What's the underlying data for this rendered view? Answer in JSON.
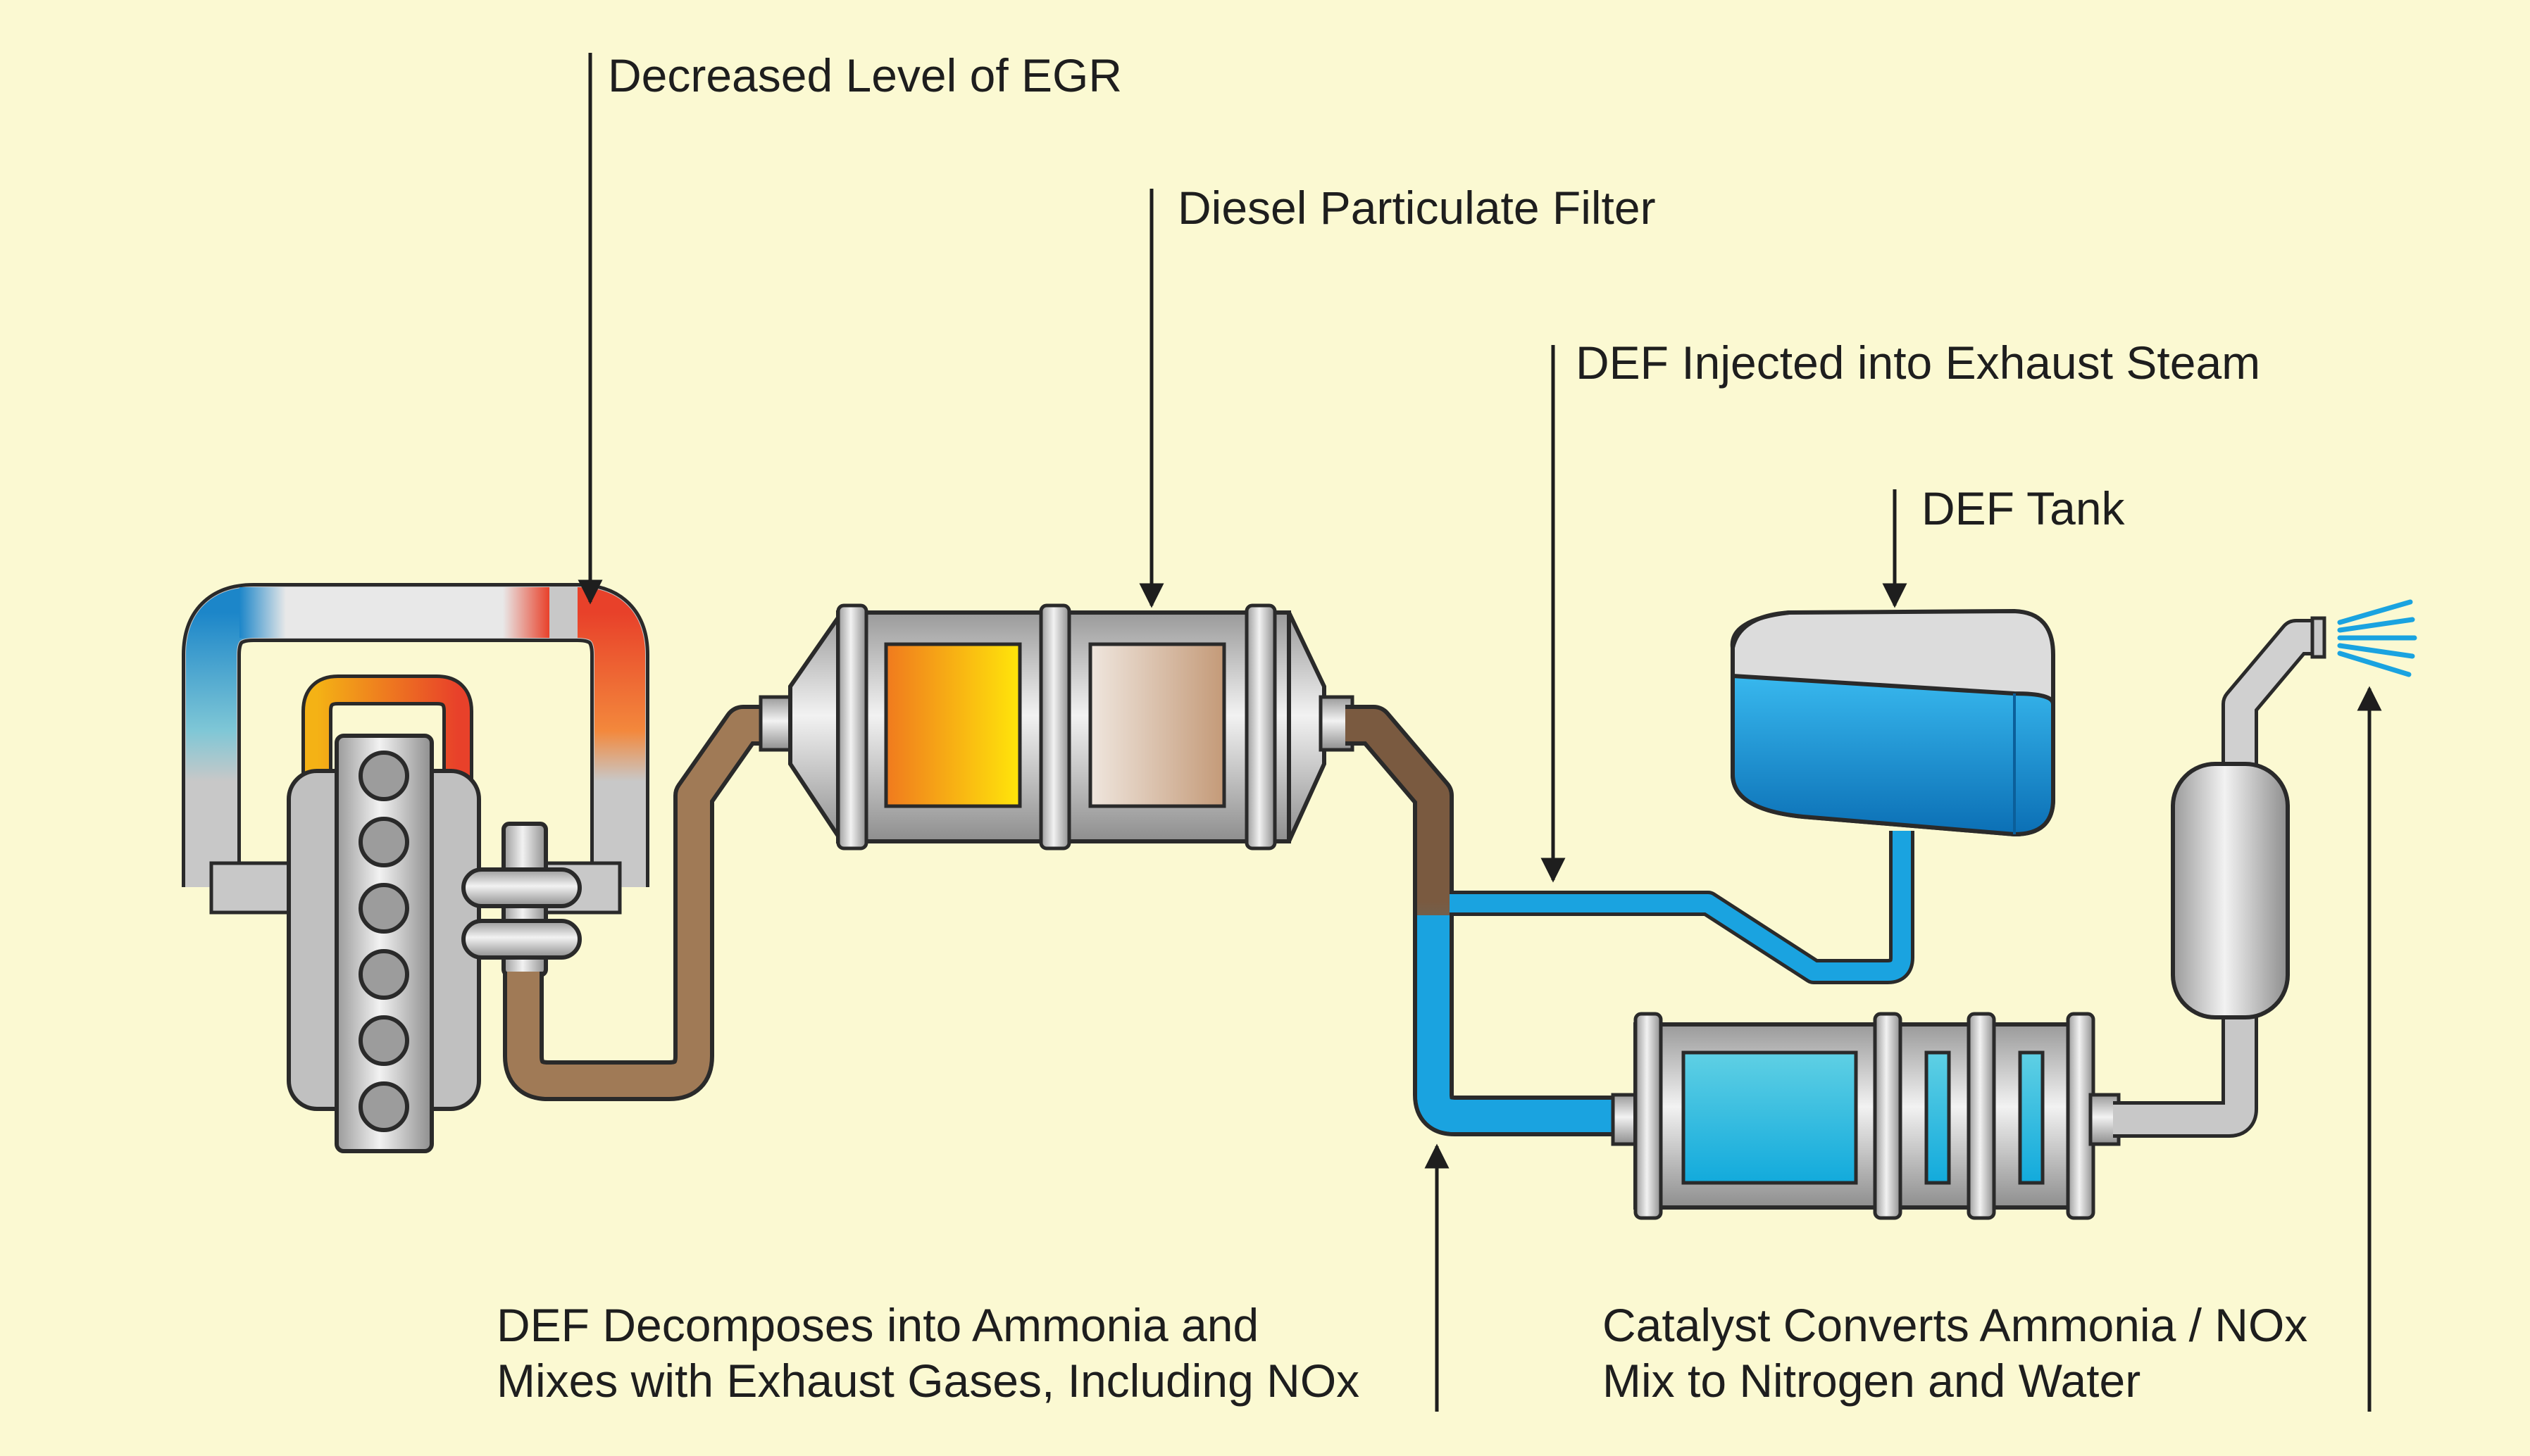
{
  "labels": {
    "egr": "Decreased Level of EGR",
    "dpf": "Diesel Particulate Filter",
    "def_injected": "DEF Injected into Exhaust Steam",
    "def_tank": "DEF Tank",
    "decompose_line1": "DEF Decomposes into Ammonia and",
    "decompose_line2": "Mixes with Exhaust Gases, Including NOx",
    "catalyst_line1": "Catalyst Converts Ammonia / NOx",
    "catalyst_line2": "Mix to Nitrogen and Water"
  },
  "colors": {
    "background": "#fbf9d2",
    "metal": "#c8c8c8",
    "outline": "#2a2a2a",
    "exhaust_brown": "#8a6a4c",
    "def_blue": "#1aa3e0",
    "hot_red": "#e8412a",
    "cool_blue": "#1c86c9",
    "catalyst_cyan": "#3cc0d6"
  }
}
